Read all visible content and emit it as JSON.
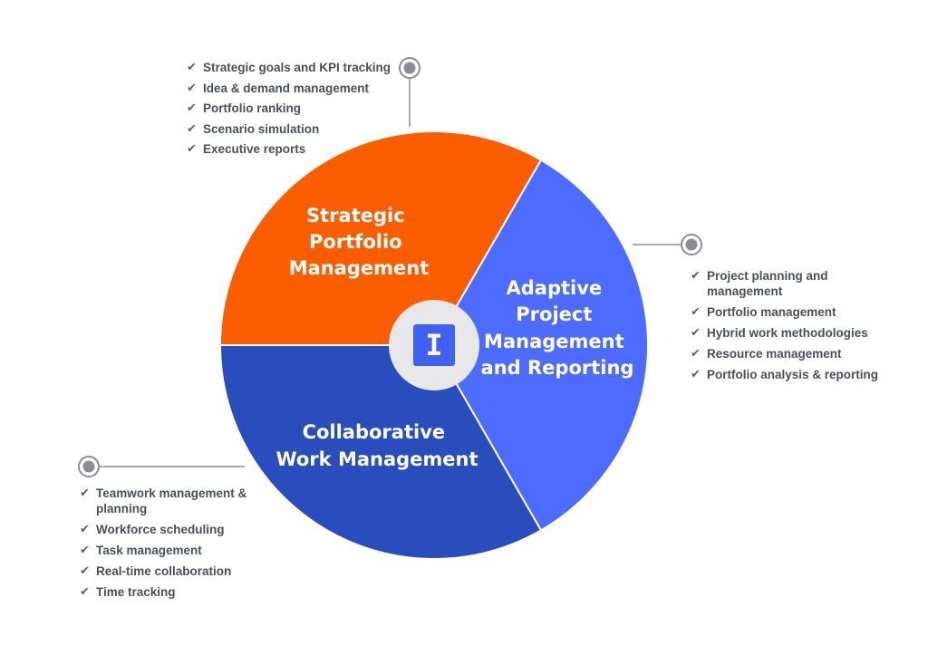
{
  "colors": {
    "strategic": "#fb5d00",
    "adaptive": "#4e6bff",
    "collaborative": "#2a4dbe",
    "hub": "#e8e8ea",
    "logo": "#4060f0",
    "connector": "#8a8d94"
  },
  "center_logo": {
    "glyph": "I",
    "icon": "logo-icon"
  },
  "segments": {
    "strategic": {
      "lines": [
        "Strategic",
        "Portfolio",
        "Management"
      ]
    },
    "adaptive": {
      "lines": [
        "Adaptive",
        "Project",
        "Management",
        "and Reporting"
      ]
    },
    "collaborative": {
      "lines": [
        "Collaborative",
        "Work Management"
      ]
    }
  },
  "lists": {
    "top": [
      "Strategic goals and KPI tracking",
      "Idea & demand management",
      "Portfolio ranking",
      "Scenario simulation",
      "Executive reports"
    ],
    "right": [
      "Project planning and management",
      "Portfolio management",
      "Hybrid work methodologies",
      "Resource management",
      "Portfolio analysis & reporting"
    ],
    "left": [
      "Teamwork management & planning",
      "Workforce scheduling",
      "Task management",
      "Real-time collaboration",
      "Time tracking"
    ]
  },
  "check_icon": "✔"
}
